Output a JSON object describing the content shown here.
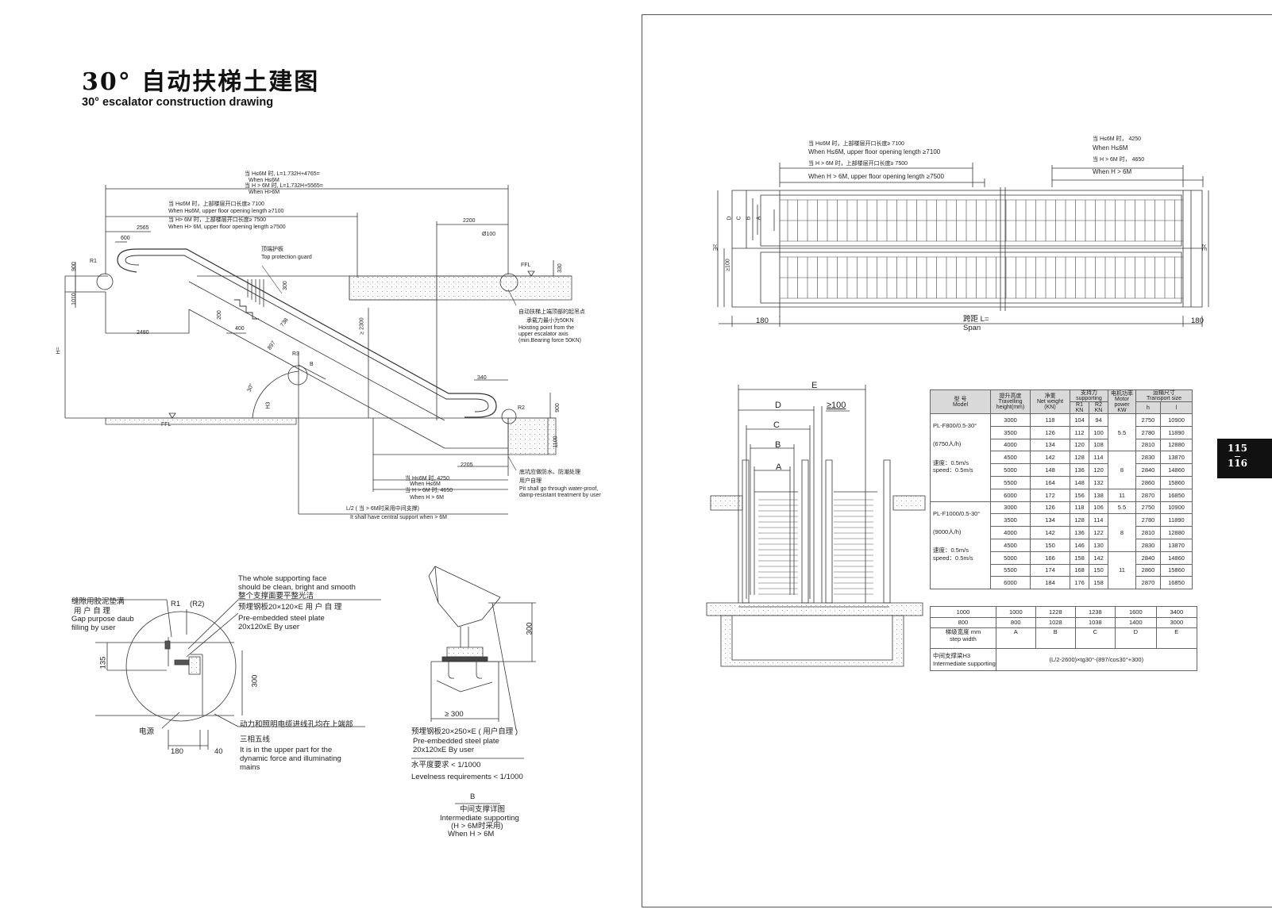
{
  "title": {
    "cn": "30° 自动扶梯土建图",
    "en": "30° escalator construction drawing"
  },
  "page_numbers": {
    "current": "115",
    "separator": "—",
    "next": "116"
  },
  "side_view": {
    "length_note": {
      "cn1": "当 H≤6M 时,  L=1.732H+4765=",
      "en1": "When H≤6M",
      "cn2": "当 H > 6M 时,  L=1.732H+5565=",
      "en2": "When H>6M"
    },
    "upper_opening_note": {
      "cn1": "当 H≤6M 时，上部楼层开口长度≥ 7100",
      "en1": "When H≤6M, upper floor opening length ≥7100",
      "cn2": "当 H> 6M 时，上部楼层开口长度≥ 7500",
      "en2": "When H> 6M, upper floor opening length ≥7500"
    },
    "dims": {
      "d2565": "2565",
      "d2200": "2200",
      "d600": "600",
      "d100": "Ø100",
      "d900a": "900",
      "d1010": "1010",
      "d2480": "2480",
      "d400": "400",
      "d200": "200",
      "d300a": "300",
      "d330": "330",
      "d2300": "≥ 2300",
      "d738": "738",
      "d897": "897",
      "d340": "340",
      "d900b": "900",
      "d1100": "1100",
      "d2205": "2205",
      "h": "H=",
      "h3": "H3",
      "r1": "R1",
      "r2": "R2",
      "r3": "R3",
      "b": "B",
      "ffl_top": "FFL",
      "ffl_bottom": "FFL",
      "angle": "30°"
    },
    "top_guard": {
      "cn": "顶端护板",
      "en": "Top protection guard"
    },
    "hoisting": {
      "cn": "自动扶梯上端顶部的起吊点",
      "cn2": "承载力最小为50KN",
      "en1": "Hoisting point from the",
      "en2": "upper escalator axis",
      "en3": "(min.Bearing force 50KN)"
    },
    "pit_note": {
      "cn": "底坑应做防水、防潮处理",
      "cn2": "用户自理",
      "en1": "Pit shall go through water-proof,",
      "en2": "damp-resistant treatment by user"
    },
    "lower_note": {
      "cn1": "当 H≤6M  时,   4250",
      "en1": "When H≤6M",
      "cn2": "当 H > 6M  时,   4650",
      "en2": "When H > 6M"
    },
    "central_support": {
      "cn": "L/2    ( 当 > 6M时采用中间支撑)",
      "en": "It shall have central support when > 6M"
    }
  },
  "detail_a": {
    "gap_cn": "缝隙用胶泥垫满",
    "user_cn": "用 户 自 理",
    "gap_en1": "Gap purpose daub",
    "gap_en2": "filling by user",
    "r1": "R1",
    "r2": "(R2)",
    "face_en1": "The whole supporting face",
    "face_en2": "should be clean, bright and smooth",
    "face_cn": "整个支撑面要平整光洁",
    "plate_cn": "预埋钢板20×120×E  用 户 自 理",
    "plate_en1": "Pre-embedded steel plate",
    "plate_en2": "20x120xE By user",
    "d135": "135",
    "d300": "300",
    "d180": "180",
    "d40": "40",
    "power_cn": "电源",
    "cable_cn": "动力和照明电缆进线孔均在上端部",
    "wire_cn": "三相五线",
    "cable_en1": "It is in the upper part for the",
    "cable_en2": "dynamic force and illuminating",
    "cable_en3": "mains"
  },
  "detail_b": {
    "d300": "300",
    "d_ge300": "≥  300",
    "plate_cn": "预埋钢板20×250×E ( 用户自理 )",
    "plate_en1": "Pre-embedded steel plate",
    "plate_en2": "20x120xE By user",
    "level_cn": "水平度要求 < 1/1000",
    "level_en": "Levelness requirements  < 1/1000",
    "b": "B",
    "support_cn": "中间支撑详图",
    "support_en": "Intermediate supporting",
    "cond_cn": "(H > 6M时采用)",
    "cond_en": "When H > 6M"
  },
  "plan_view": {
    "upper_cn1": "当 H≤6M 时，上部楼层开口长度≥  7100",
    "upper_en1": "When H≤6M, upper floor opening length ≥7100",
    "upper_cn2": "当 H > 6M 时，上部楼层开口长度≥  7500",
    "upper_en2": "When H > 6M, upper floor opening length ≥7500",
    "lower_cn1": "当 H≤6M 时，  4250",
    "lower_en1": "When H≤6M",
    "lower_cn2": "当 H > 6M 时，  4650",
    "lower_en2": "When H > 6M",
    "d180_left": "180",
    "d180_right": "180",
    "span_cn": "跨距    L=",
    "span_en": "Span",
    "ge_e_left": "≥E",
    "ge_e_right": "≥E",
    "ge100": "≥100",
    "letters": [
      "D",
      "C",
      "B",
      "A"
    ]
  },
  "section_view": {
    "e": "E",
    "d": "D",
    "ge100": "≥100",
    "c": "C",
    "b": "B",
    "a": "A"
  },
  "spec_table": {
    "headers": {
      "model_cn": "型  号",
      "model_en": "Model",
      "height_cn": "提升高度",
      "height_en1": "Travelling",
      "height_en2": "height(mm)",
      "weight_cn": "净重",
      "weight_en": "Net weight",
      "weight_unit": "(KN)",
      "support_cn": "支持力",
      "support_en": "supporting",
      "r1": "R1",
      "r2": "R2",
      "kn1": "KN",
      "kn2": "KN",
      "motor_cn": "电机功率",
      "motor_en1": "Motor",
      "motor_en2": "power",
      "motor_unit": "KW",
      "transport_cn": "运输尺寸",
      "transport_en": "Transport size",
      "h": "h",
      "l": "l"
    },
    "groups": [
      {
        "model": "PL-F800/0.5-30°",
        "capacity": "(6750人/h)",
        "speed_cn": "速度：0.5m/s",
        "speed_en": "speed：0.5m/s",
        "rows": [
          [
            "3000",
            "118",
            "104",
            "94",
            "2750",
            "10900"
          ],
          [
            "3500",
            "126",
            "112",
            "100",
            "2780",
            "11890"
          ],
          [
            "4000",
            "134",
            "120",
            "108",
            "2810",
            "12880"
          ],
          [
            "4500",
            "142",
            "128",
            "114",
            "2830",
            "13870"
          ],
          [
            "5000",
            "148",
            "136",
            "120",
            "2840",
            "14860"
          ],
          [
            "5500",
            "164",
            "148",
            "132",
            "2860",
            "15860"
          ],
          [
            "6000",
            "172",
            "156",
            "138",
            "2870",
            "16850"
          ]
        ],
        "motor": [
          {
            "value": "5.5",
            "span": 3
          },
          {
            "value": "8",
            "span": 3
          },
          {
            "value": "11",
            "span": 1
          }
        ]
      },
      {
        "model": "PL-F1000/0.5-30°",
        "capacity": "(9000人/h)",
        "speed_cn": "速度：0.5m/s",
        "speed_en": "speed：0.5m/s",
        "rows": [
          [
            "3000",
            "126",
            "118",
            "106",
            "2750",
            "10900"
          ],
          [
            "3500",
            "134",
            "128",
            "114",
            "2780",
            "11890"
          ],
          [
            "4000",
            "142",
            "136",
            "122",
            "2810",
            "12880"
          ],
          [
            "4500",
            "150",
            "146",
            "130",
            "2830",
            "13870"
          ],
          [
            "5000",
            "166",
            "158",
            "142",
            "2840",
            "14860"
          ],
          [
            "5500",
            "174",
            "168",
            "150",
            "2860",
            "15860"
          ],
          [
            "6000",
            "184",
            "176",
            "158",
            "2870",
            "16850"
          ]
        ],
        "motor": [
          {
            "value": "5.5",
            "span": 1
          },
          {
            "value": "8",
            "span": 3
          },
          {
            "value": "11",
            "span": 3
          }
        ]
      }
    ]
  },
  "width_table": {
    "rows": [
      [
        "1000",
        "1000",
        "1228",
        "1238",
        "1600",
        "3400"
      ],
      [
        "800",
        "800",
        "1028",
        "1038",
        "1400",
        "3000"
      ]
    ],
    "label_cn": "梯级宽度 mm",
    "label_en": "step width",
    "letters": [
      "A",
      "B",
      "C",
      "D",
      "E"
    ],
    "h3_cn": "中间支撑梁H3",
    "h3_en": "Intermediate supporting",
    "h3_formula": "(L/2-2600)×tg30°-(897/cos30°+300)"
  }
}
